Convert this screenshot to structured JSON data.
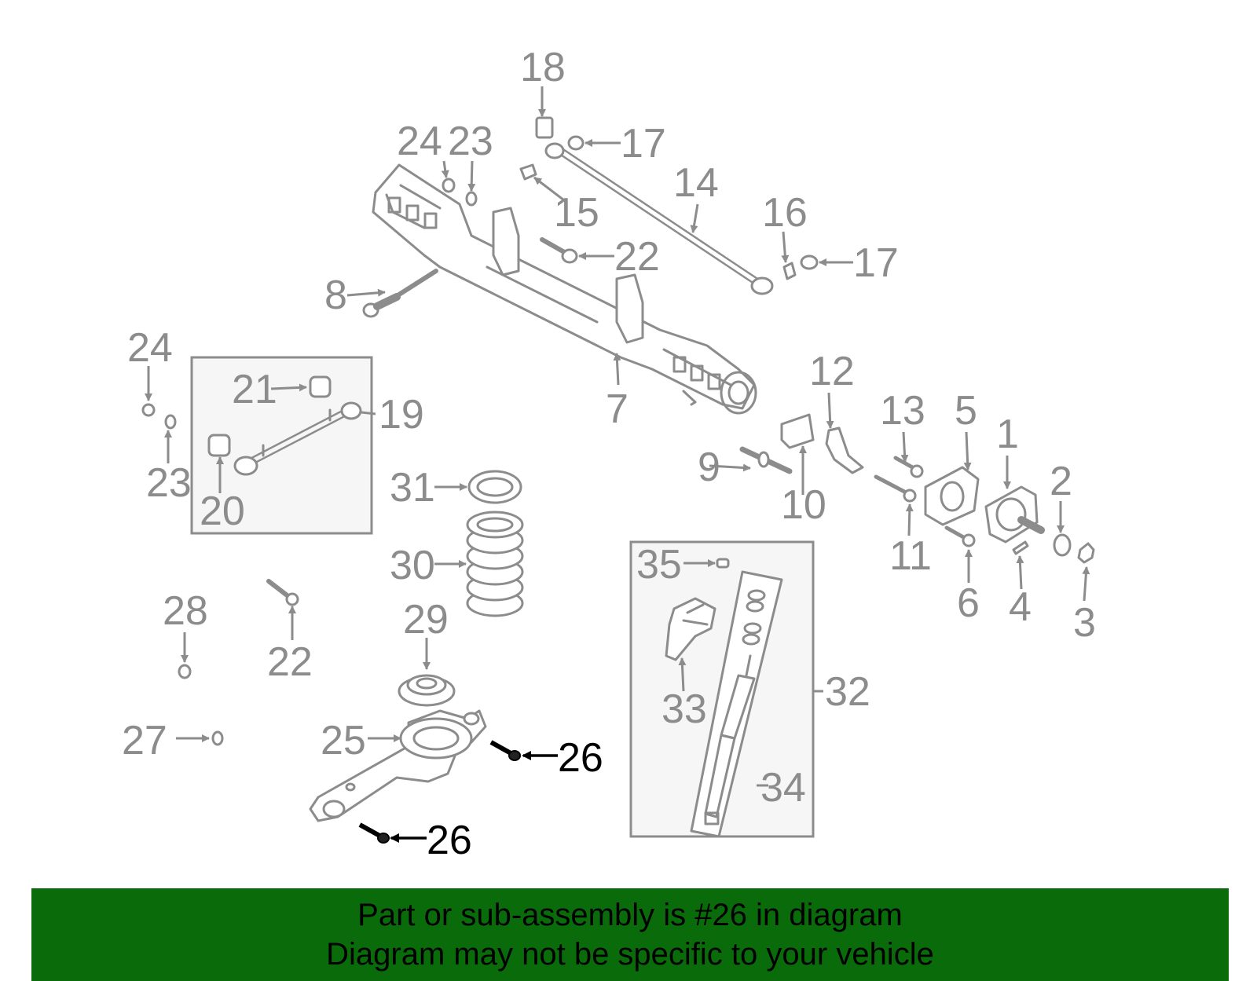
{
  "callouts": {
    "c1": "1",
    "c2": "2",
    "c3": "3",
    "c4": "4",
    "c5": "5",
    "c6": "6",
    "c7": "7",
    "c8": "8",
    "c9": "9",
    "c10": "10",
    "c11": "11",
    "c12": "12",
    "c13": "13",
    "c14": "14",
    "c15": "15",
    "c16": "16",
    "c17a": "17",
    "c17b": "17",
    "c18": "18",
    "c19": "19",
    "c20": "20",
    "c21": "21",
    "c22a": "22",
    "c22b": "22",
    "c23a": "23",
    "c23b": "23",
    "c24a": "24",
    "c24b": "24",
    "c25": "25",
    "c26a": "26",
    "c26b": "26",
    "c27": "27",
    "c28": "28",
    "c29": "29",
    "c30": "30",
    "c31": "31",
    "c32": "32",
    "c33": "33",
    "c34": "34",
    "c35": "35"
  },
  "highlight_part": "26",
  "colors": {
    "banner": "#0a6b0a",
    "parts": "#8c8c8c",
    "highlight": "#000000"
  },
  "banner": {
    "line1": "Part or sub-assembly is #26 in diagram",
    "line2": "Diagram may not be specific to your vehicle"
  }
}
